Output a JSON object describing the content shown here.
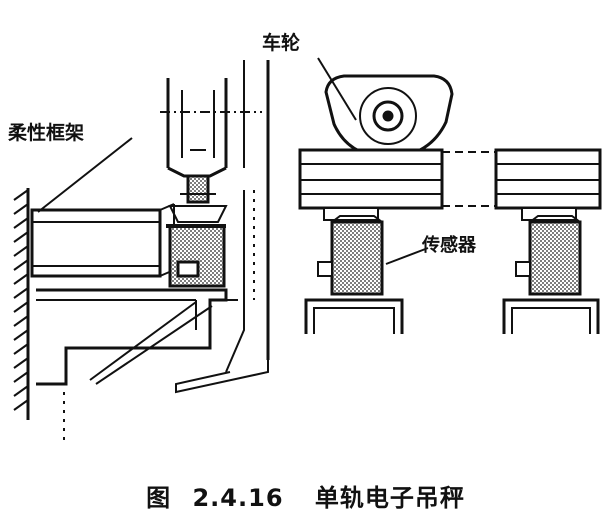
{
  "labels": {
    "wheel": "车轮",
    "flexible_frame": "柔性框架",
    "sensor": "传感器"
  },
  "caption": {
    "prefix": "图",
    "number": "2.4.16",
    "title": "单轨电子吊秤"
  }
}
